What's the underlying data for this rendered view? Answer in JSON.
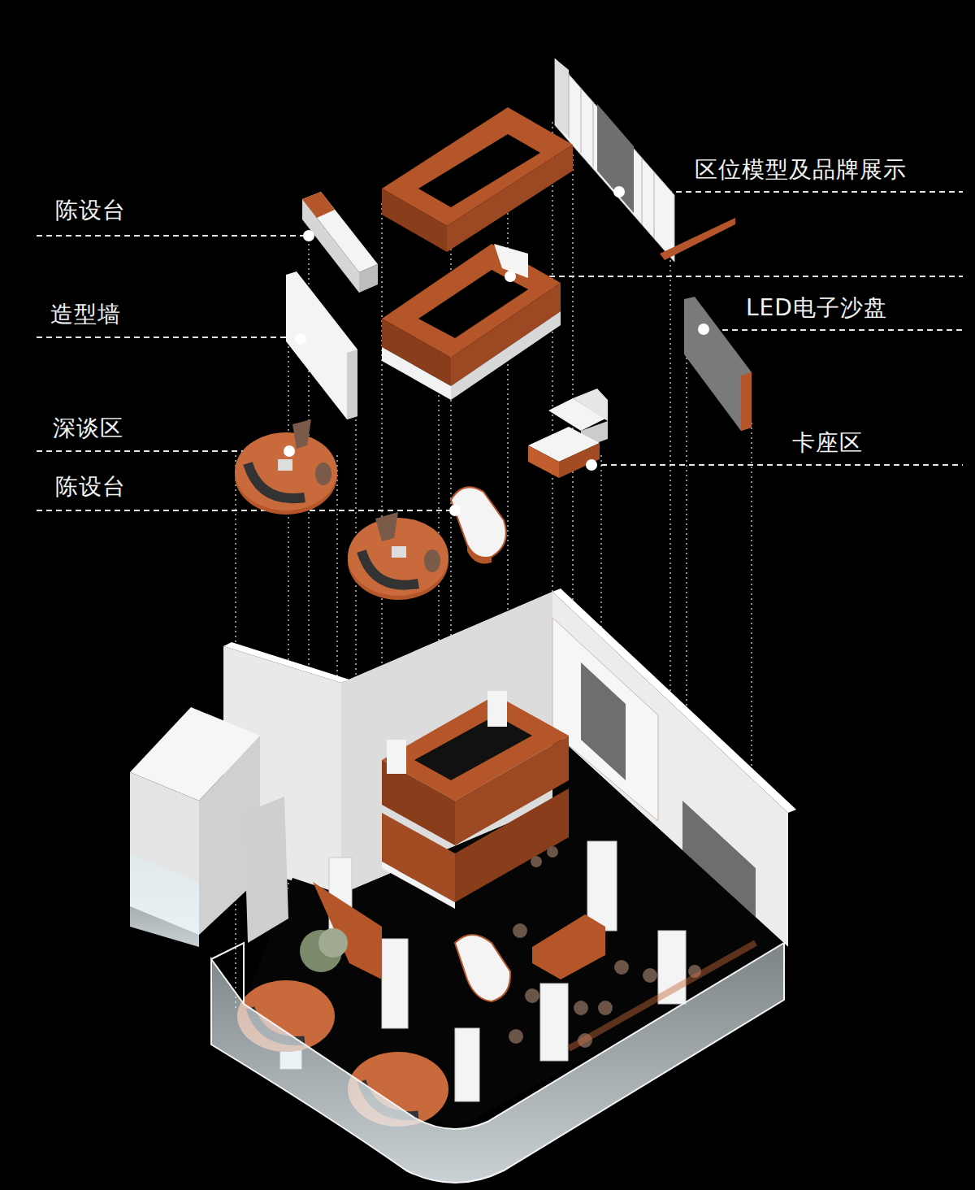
{
  "diagram": {
    "labels": [
      "陈设台",
      "造型墙",
      "深谈区",
      "陈设台",
      "区位模型及品牌展示",
      "LED电子沙盘",
      "卡座区"
    ]
  }
}
